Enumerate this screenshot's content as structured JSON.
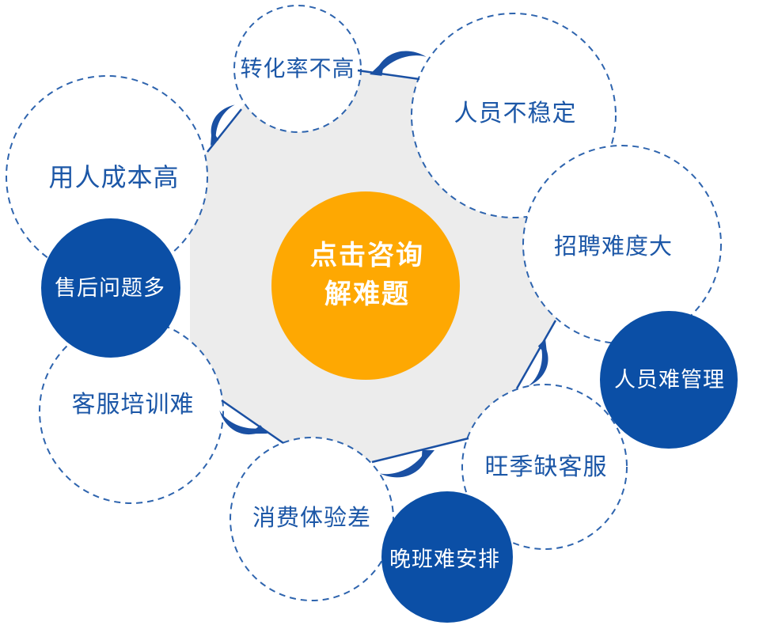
{
  "diagram": {
    "title_hint": "customer-service pain points wheel",
    "center": {
      "line1": "点击咨询",
      "line2": "解难题"
    },
    "bubbles": [
      {
        "label": "转化率不高",
        "variant": "dashed",
        "position": "top"
      },
      {
        "label": "人员不稳定",
        "variant": "dashed",
        "position": "top-right"
      },
      {
        "label": "招聘难度大",
        "variant": "dashed",
        "position": "right"
      },
      {
        "label": "人员难管理",
        "variant": "solid-blue",
        "position": "right-lower"
      },
      {
        "label": "旺季缺客服",
        "variant": "dashed",
        "position": "bottom-right"
      },
      {
        "label": "晚班难安排",
        "variant": "solid-blue",
        "position": "bottom"
      },
      {
        "label": "消费体验差",
        "variant": "dashed",
        "position": "bottom-left"
      },
      {
        "label": "客服培训难",
        "variant": "dashed",
        "position": "left-lower"
      },
      {
        "label": "售后问题多",
        "variant": "solid-blue",
        "position": "left"
      },
      {
        "label": "用人成本高",
        "variant": "dashed",
        "position": "top-left"
      }
    ],
    "icons": {
      "flow_arrow": "curved-swoosh-arrow",
      "flow_direction": "counterclockwise",
      "flow_arrow_count": 5
    },
    "colors": {
      "accent_orange": "#FEA802",
      "solid_bubble_blue": "#0B4FA6",
      "dashed_stroke_blue": "#2E64AE",
      "label_text_blue": "#1C57A7",
      "arrow_blue": "#1A50A3",
      "polygon_gray": "#ECECEC",
      "background": "#FFFFFF",
      "center_text": "#FFFFFF"
    }
  }
}
